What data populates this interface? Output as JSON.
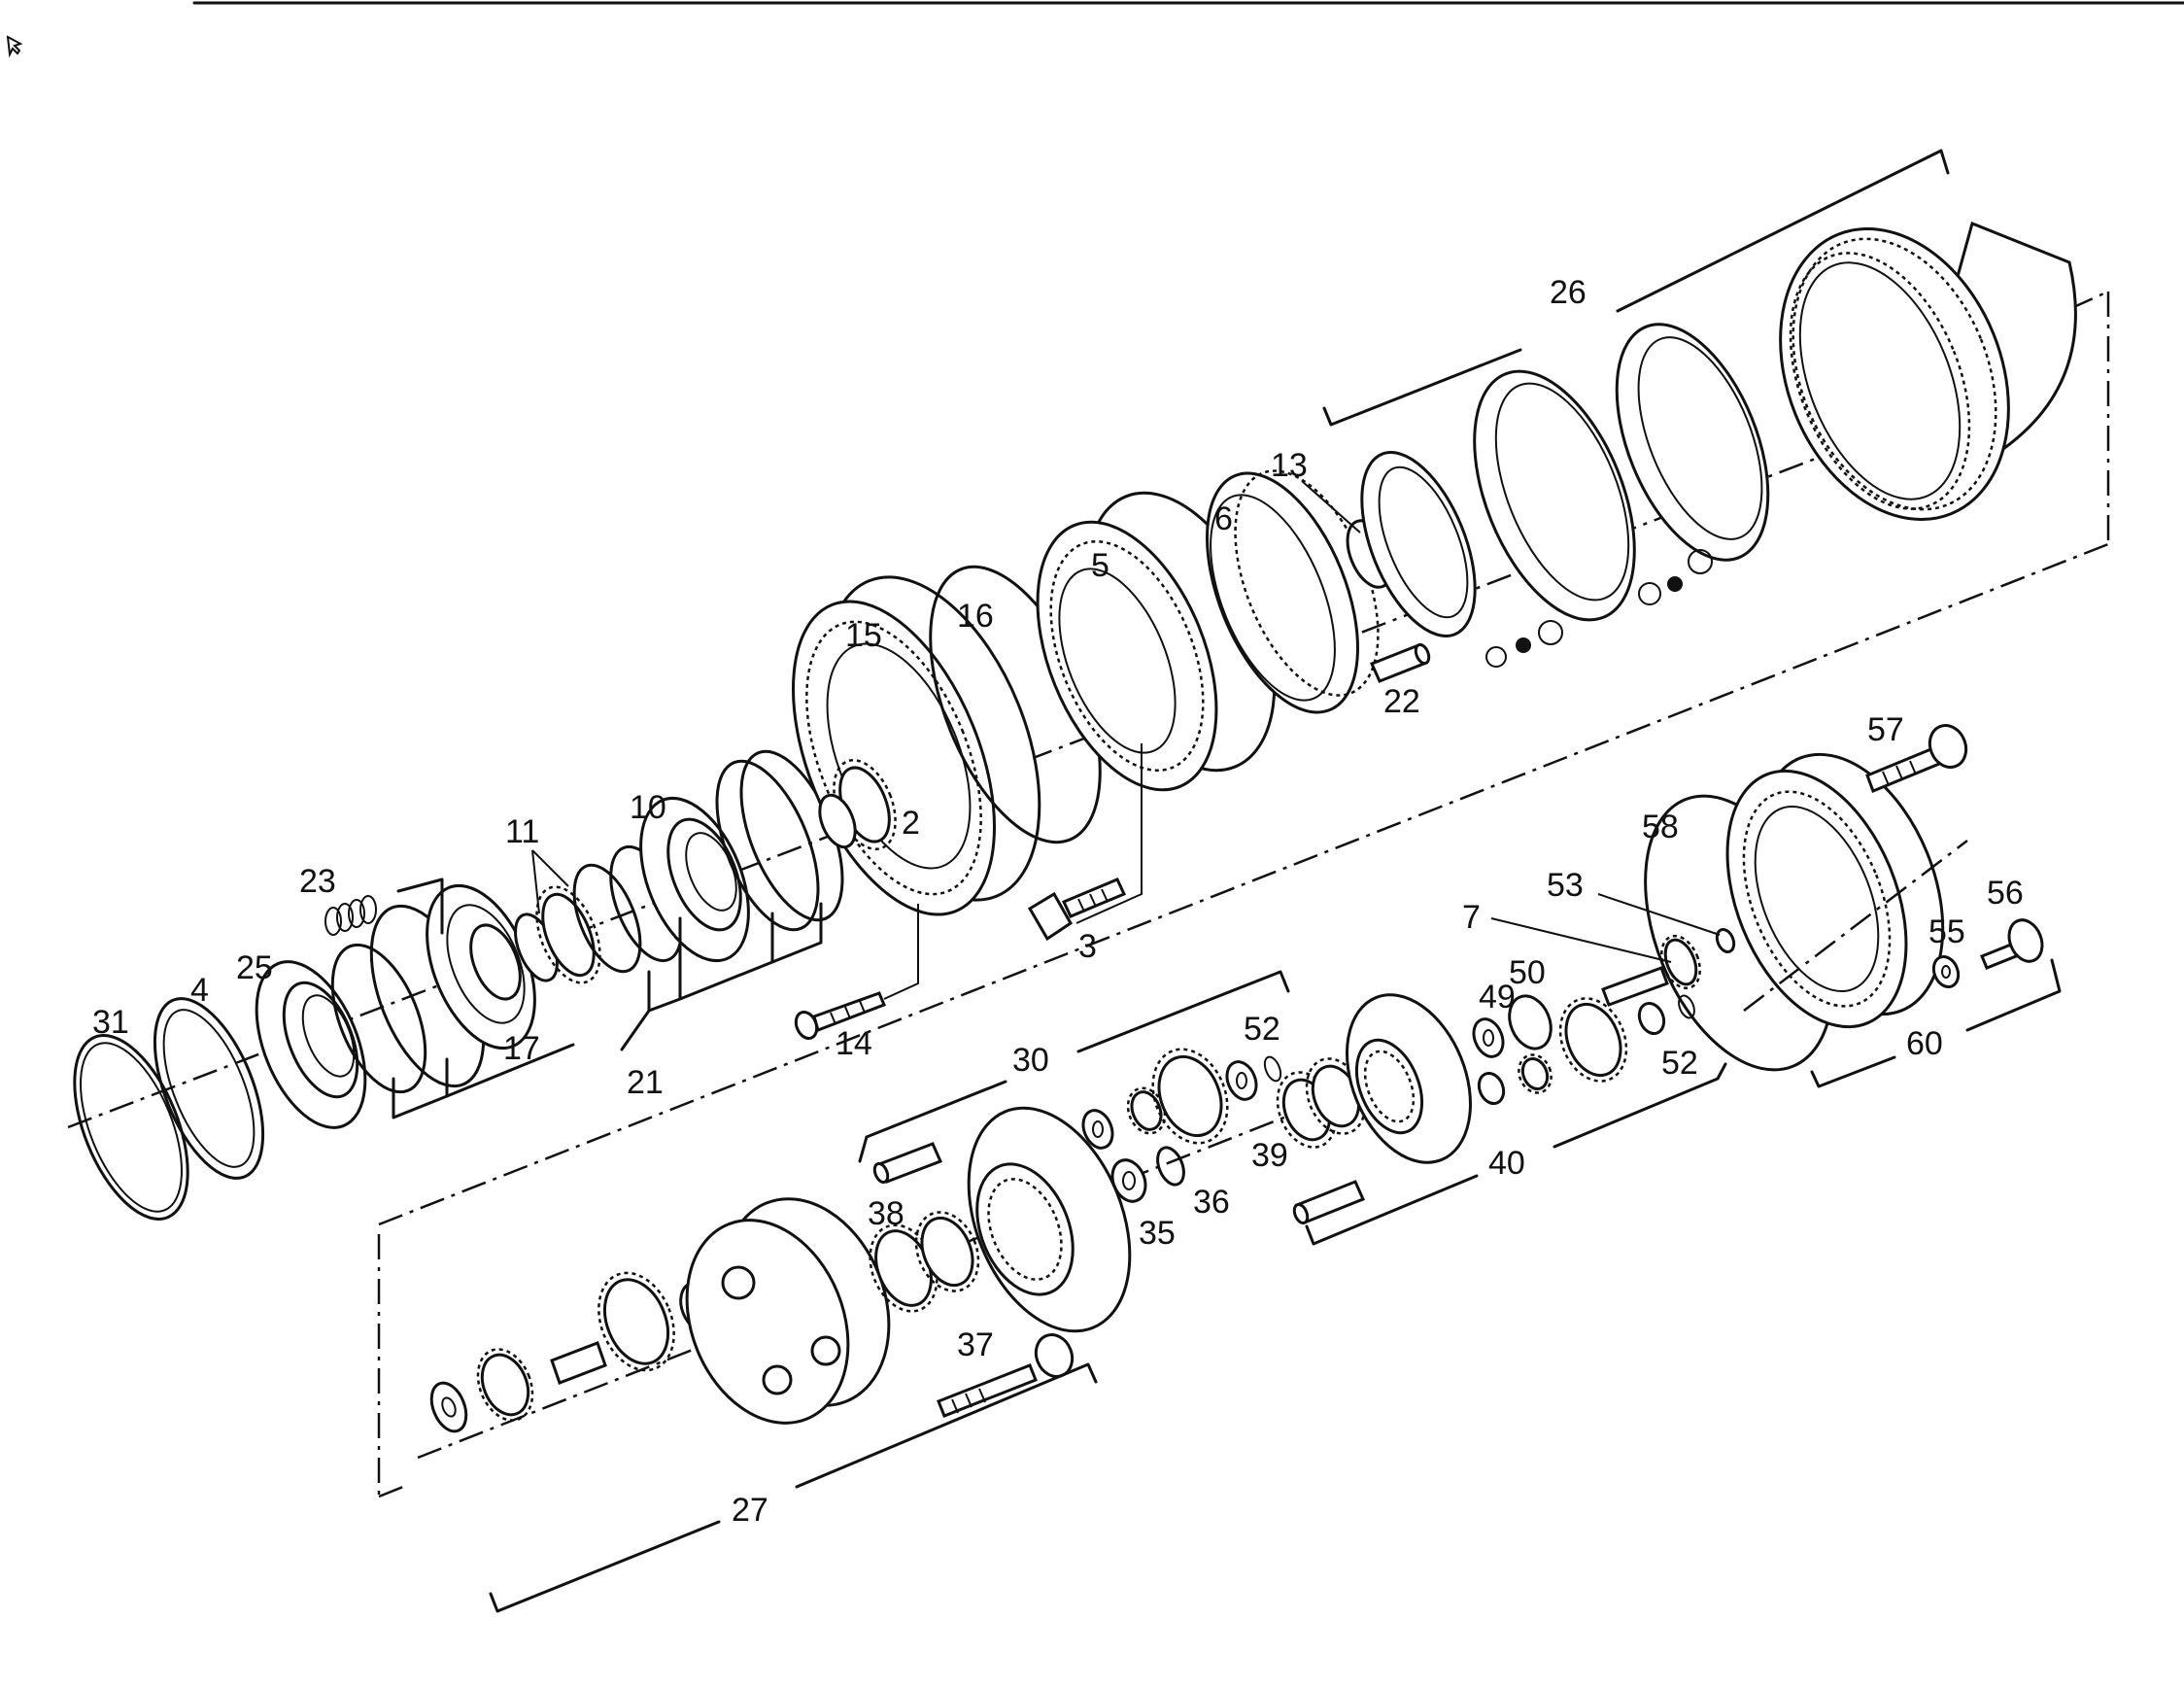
{
  "labels": {
    "l2": "2",
    "l3": "3",
    "l4": "4",
    "l5": "5",
    "l6": "6",
    "l7": "7",
    "l10": "10",
    "l11": "11",
    "l13": "13",
    "l14": "14",
    "l15": "15",
    "l16": "16",
    "l17": "17",
    "l21": "21",
    "l22": "22",
    "l23": "23",
    "l25": "25",
    "l26": "26",
    "l27": "27",
    "l30": "30",
    "l31": "31",
    "l35": "35",
    "l36": "36",
    "l37": "37",
    "l38": "38",
    "l39": "39",
    "l40": "40",
    "l49": "49",
    "l50": "50",
    "l52a": "52",
    "l52b": "52",
    "l53": "53",
    "l55": "55",
    "l56": "56",
    "l57": "57",
    "l58": "58",
    "l60": "60"
  },
  "icons": {
    "corner_mark": "pointer-cursor-icon"
  }
}
